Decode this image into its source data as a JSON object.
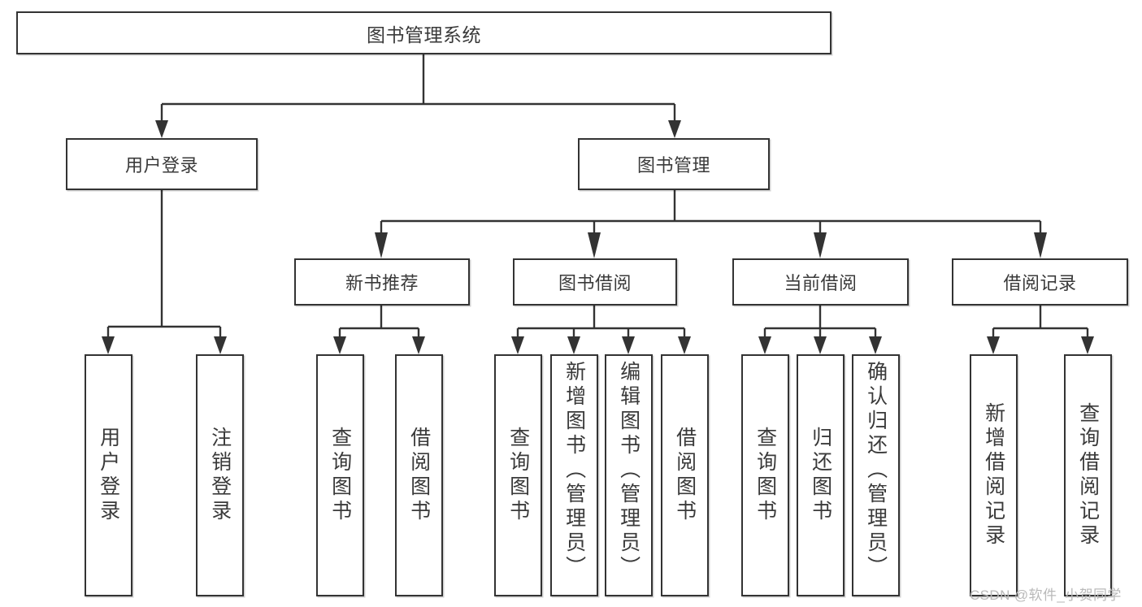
{
  "diagram": {
    "type": "tree",
    "title": "图书管理系统",
    "orientation": "top-down",
    "colors": {
      "box_border": "#333333",
      "box_fill": "#ffffff",
      "text": "#3a3a3a",
      "edge": "#333333",
      "watermark": "#b9b9b9"
    },
    "root": {
      "label": "图书管理系统"
    },
    "level2": [
      {
        "label": "用户登录"
      },
      {
        "label": "图书管理"
      }
    ],
    "level3": [
      {
        "label": "新书推荐"
      },
      {
        "label": "图书借阅"
      },
      {
        "label": "当前借阅"
      },
      {
        "label": "借阅记录"
      }
    ],
    "leaves": {
      "user_login": [
        {
          "label": "用户登录"
        },
        {
          "label": "注销登录"
        }
      ],
      "new_book_recommend": [
        {
          "label": "查询图书"
        },
        {
          "label": "借阅图书"
        }
      ],
      "book_borrow": [
        {
          "label": "查询图书"
        },
        {
          "label": "新增图书（管理员）"
        },
        {
          "label": "编辑图书（管理员）"
        },
        {
          "label": "借阅图书"
        }
      ],
      "current_borrow": [
        {
          "label": "查询图书"
        },
        {
          "label": "归还图书"
        },
        {
          "label": "确认归还（管理员）"
        }
      ],
      "borrow_record": [
        {
          "label": "新增借阅记录"
        },
        {
          "label": "查询借阅记录"
        }
      ]
    },
    "watermark": "CSDN @软件_小贺同学"
  }
}
